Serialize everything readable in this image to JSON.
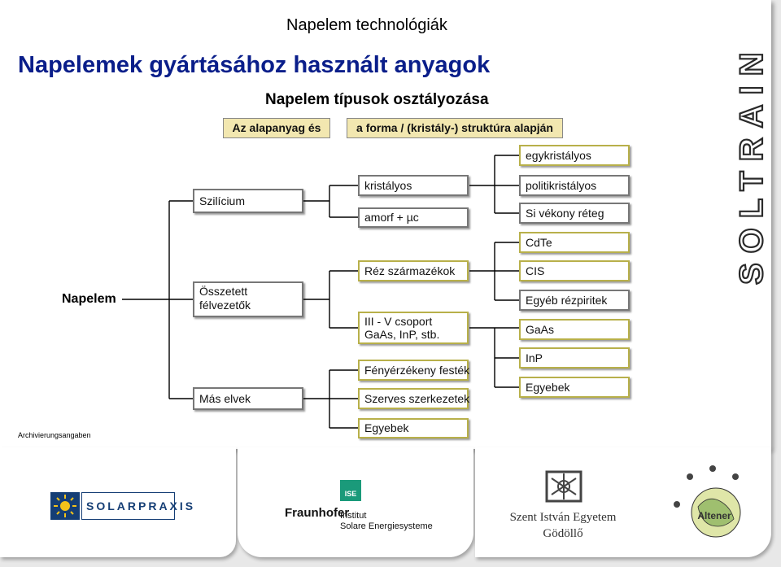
{
  "header": {
    "title": "Napelem technológiák"
  },
  "main_title": "Napelemek gyártásához használt anyagok",
  "subtitle": "Napelem típusok osztályozása",
  "classification": {
    "left_header": "Az alapanyag és",
    "right_header": "a forma / (kristály-) struktúra alapján"
  },
  "root": "Napelem",
  "level1": [
    "Szilícium",
    "Összetett félvezetők",
    "Más elvek"
  ],
  "level2": [
    "kristályos",
    "amorf + µc",
    "Réz származékok",
    "III - V csoport GaAs, InP, stb.",
    "Fényérzékeny festék",
    "Szerves szerkezetek",
    "Egyebek"
  ],
  "level3": [
    "egykristályos",
    "politikristályos",
    "Si vékony réteg",
    "CdTe",
    "CIS",
    "Egyéb rézpiritek",
    "GaAs",
    "InP",
    "Egyebek"
  ],
  "archive_label": "Archivierungsangaben",
  "side_brand": "SOLTRAIN",
  "footer": {
    "solarpraxis": "SOLARPRAXIS",
    "fraunhofer": "Fraunhofer",
    "fraunhofer_ise": "ISE",
    "fraunhofer_line1": "Institut",
    "fraunhofer_line2": "Solare Energiesysteme",
    "szie_line1": "Szent István Egyetem",
    "szie_line2": "Gödöllő",
    "altener": "Altener"
  }
}
